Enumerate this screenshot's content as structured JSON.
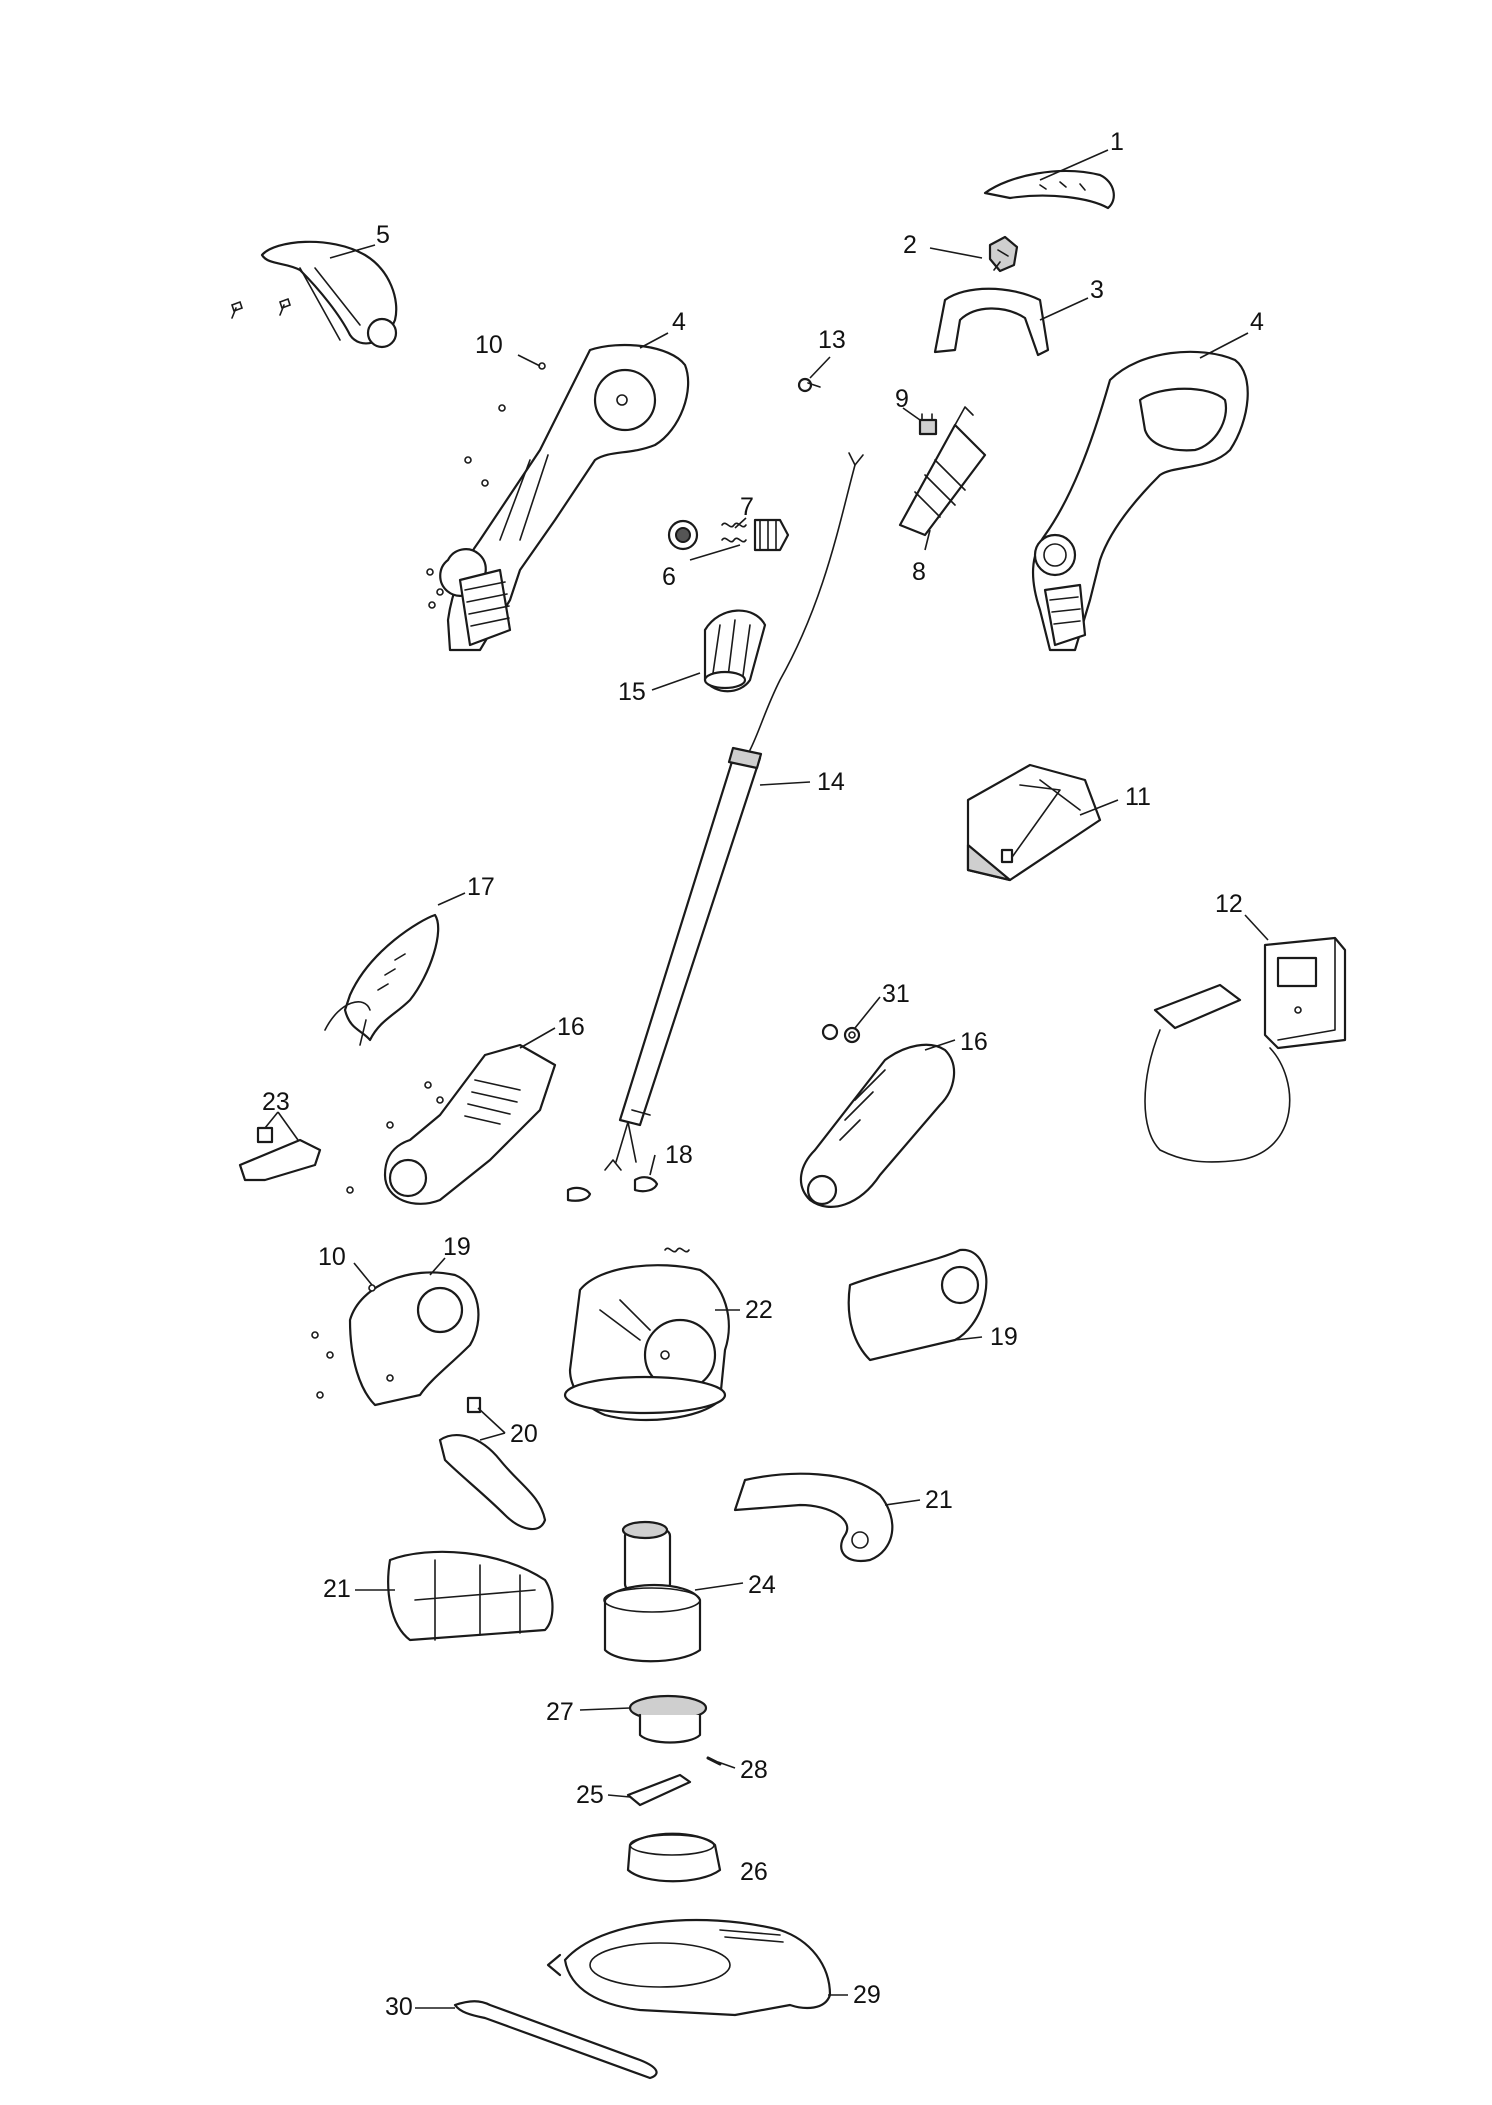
{
  "diagram": {
    "callouts": [
      "1",
      "2",
      "3",
      "4",
      "5",
      "10",
      "4",
      "13",
      "9",
      "7",
      "6",
      "8",
      "15",
      "14",
      "11",
      "12",
      "17",
      "16",
      "31",
      "16",
      "23",
      "18",
      "10",
      "19",
      "22",
      "19",
      "20",
      "21",
      "21",
      "24",
      "27",
      "28",
      "25",
      "26",
      "29",
      "30"
    ]
  },
  "colors": {
    "ink": "#1a1a1a",
    "shade": "#cfcfcf",
    "paper": "#ffffff"
  }
}
